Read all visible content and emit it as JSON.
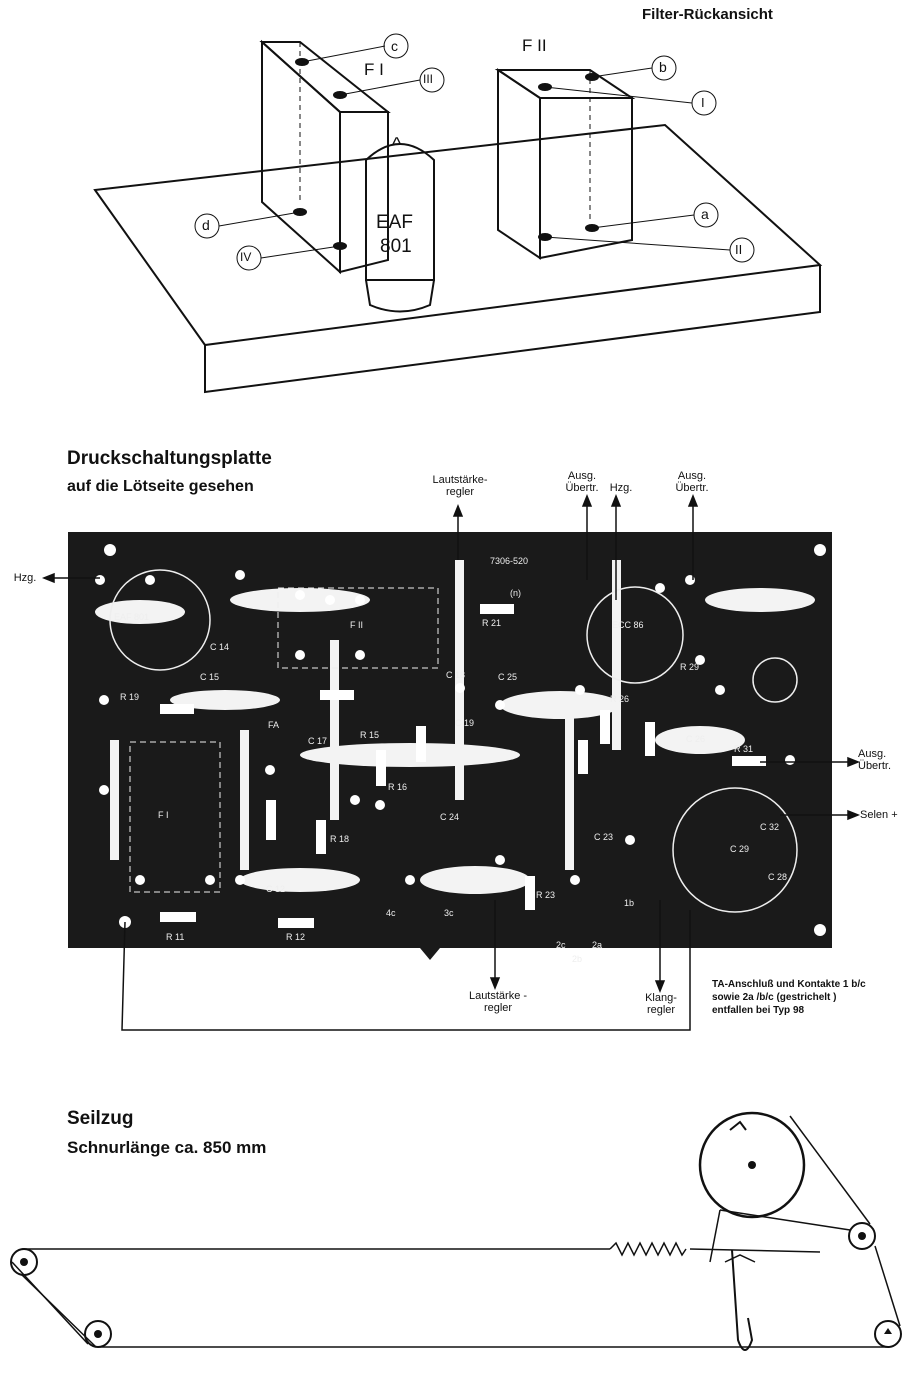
{
  "filter": {
    "title": "Filter-Rückansicht",
    "f1_label": "F I",
    "f2_label": "F II",
    "tube_line1": "EAF",
    "tube_line2": "801",
    "tube_mark": "^",
    "markers": [
      "c",
      "III",
      "d",
      "IV",
      "b",
      "I",
      "a",
      "II"
    ]
  },
  "pcb": {
    "title": "Druckschaltungsplatte",
    "subtitle": "auf die Lötseite gesehen",
    "board_number": "7306-520",
    "board_mark": "(n)",
    "top_labels": {
      "lautstaerke": "Lautstärke-\nregler",
      "ausg1": "Ausg.\nÜbertr.",
      "hzg": "Hzg.",
      "ausg2": "Ausg.\nÜbertr."
    },
    "side_labels": {
      "hzg_left": "Hzg.",
      "ausg_right": "Ausg.\nÜbertr.",
      "selen": "Selen +"
    },
    "bottom_labels": {
      "lautstaerke": "Lautstärke -\nregler",
      "klang": "Klang-\nregler"
    },
    "components": [
      "C 14",
      "C 15",
      "R 19",
      "FA",
      "C 17",
      "R 15",
      "R 16",
      "C 18",
      "C 19",
      "C 25",
      "R 26",
      "R 29",
      "R 21",
      "C 26",
      "R 31",
      "ECC 86",
      "EAF 801",
      "F II",
      "F I",
      "C 12",
      "R 11",
      "R 12",
      "R 18",
      "C 24",
      "C 23",
      "R 23",
      "C 32",
      "C 29",
      "C 28",
      "2c",
      "2a",
      "2b",
      "1b",
      "3c",
      "4c"
    ],
    "note": "TA-Anschluß und Kontakte 1 b/c\nsowie  2a /b/c  (gestrichelt )\nentfallen bei Typ 98"
  },
  "seilzug": {
    "title": "Seilzug",
    "subtitle": "Schnurlänge ca. 850 mm"
  }
}
